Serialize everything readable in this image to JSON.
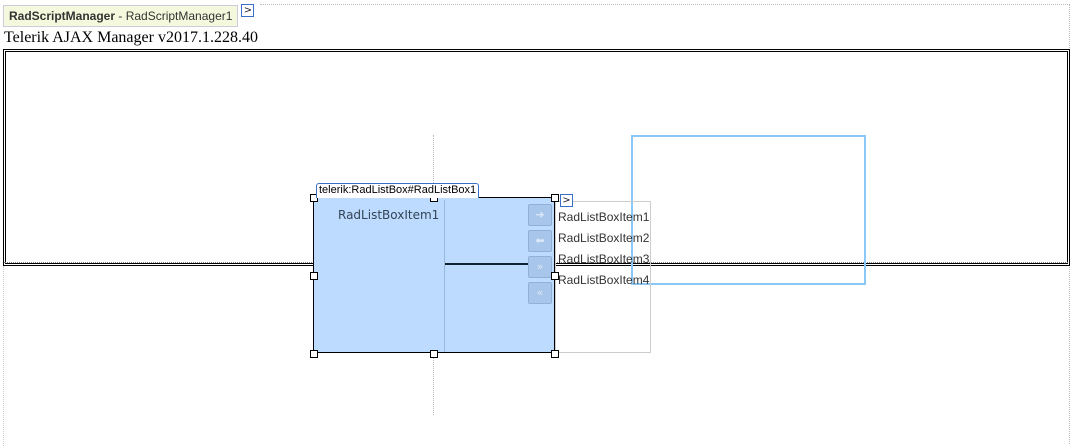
{
  "script_manager": {
    "type": "RadScriptManager",
    "separator": " - ",
    "id": "RadScriptManager1",
    "smart_tag": ">"
  },
  "version_text": "Telerik AJAX Manager v2017.1.228.40",
  "listbox": {
    "tag": "telerik:RadListBox#RadListBox1",
    "smart_tag": ">",
    "source_items": [
      "RadListBoxItem1"
    ],
    "buttons": [
      {
        "name": "transfer-to",
        "glyph": "➜"
      },
      {
        "name": "transfer-from",
        "glyph": "⬅"
      },
      {
        "name": "transfer-all-to",
        "glyph": "»"
      },
      {
        "name": "transfer-all-from",
        "glyph": "«"
      }
    ],
    "destination_items": [
      "RadListBoxItem1",
      "RadListBoxItem2",
      "RadListBoxItem3",
      "RadListBoxItem4"
    ]
  }
}
